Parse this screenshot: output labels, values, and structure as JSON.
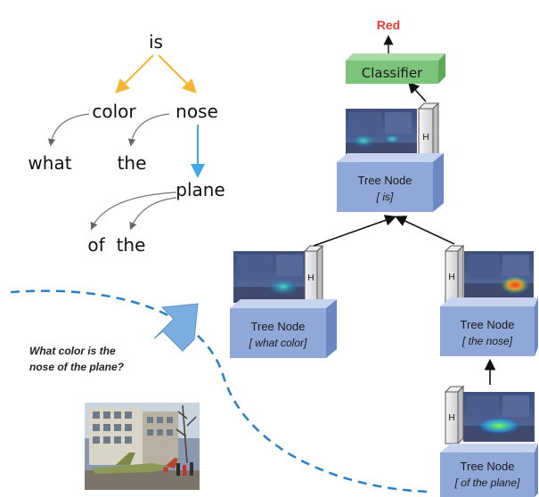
{
  "parse_tree": {
    "words": {
      "is": "is",
      "color": "color",
      "nose": "nose",
      "what": "what",
      "the1": "the",
      "plane": "plane",
      "of": "of",
      "the2": "the"
    },
    "edge_colors": {
      "root_edges": "#f2b632",
      "highlight_edge": "#3fa9e6",
      "other_edges": "#777777"
    }
  },
  "tree_nodes": {
    "root": {
      "title": "Tree Node",
      "word": "[ is]"
    },
    "left": {
      "title": "Tree Node",
      "word": "[ what color]"
    },
    "right": {
      "title": "Tree Node",
      "word": "[ the nose]"
    },
    "bottom": {
      "title": "Tree Node",
      "word": "[ of the plane]"
    },
    "hidden_label": "H"
  },
  "classifier": {
    "label": "Classifier",
    "color": "#7cc47a"
  },
  "answer": {
    "label": "Red",
    "color": "#e03b2c"
  },
  "question": {
    "line1": "What color is the",
    "line2": "nose of the plane?"
  },
  "colors": {
    "node_front": "#8fa8d8",
    "node_side": "#6b86c0",
    "node_top": "#c5d3ee",
    "dashed_curve": "#2b7fc0",
    "arrow_fill": "#7aaee0"
  }
}
